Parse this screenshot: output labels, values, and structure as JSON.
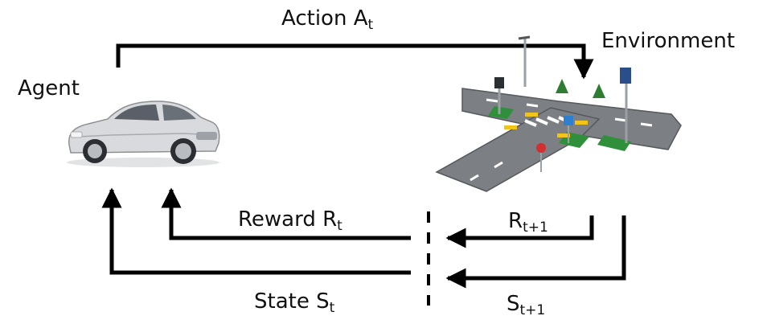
{
  "labels": {
    "agent": "Agent",
    "environment": "Environment",
    "action": "Action A",
    "action_sub": "t",
    "reward": "Reward R",
    "reward_sub": "t",
    "state": "State S",
    "state_sub": "t",
    "reward_next": "R",
    "reward_next_sub": "t+1",
    "state_next": "S",
    "state_next_sub": "t+1"
  },
  "icons": {
    "agent": "car-icon",
    "environment": "road-intersection-icon"
  },
  "colors": {
    "line": "#000000",
    "road": "#7c7f83",
    "grass": "#2f8f3b",
    "car_body": "#d8dadd"
  }
}
